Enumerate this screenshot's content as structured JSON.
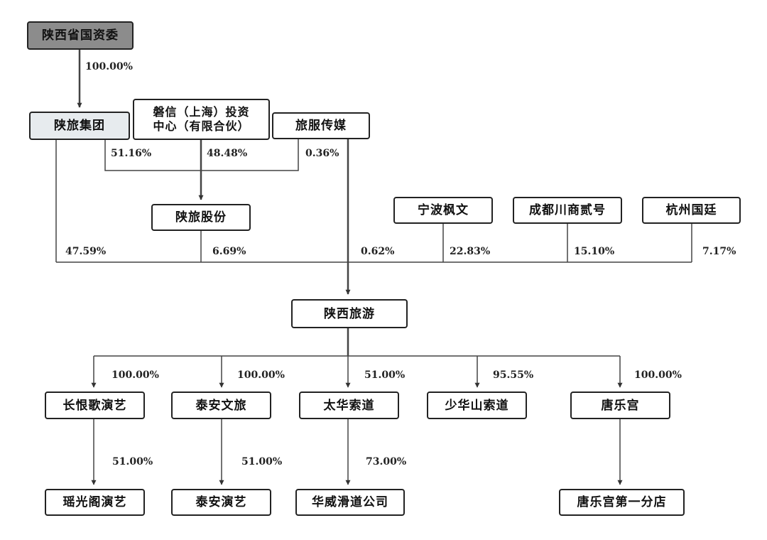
{
  "entities": {
    "shaanxi_sasac": "陕西省国资委",
    "shaanlv_group": "陕旅集团",
    "panxin": "磐信（上海）投资\n中心（有限合伙）",
    "lvfu_media": "旅服传媒",
    "shaanlv_shares": "陕旅股份",
    "ningbo_fengwen": "宁波枫文",
    "chengdu": "成都川商贰号",
    "hangzhou": "杭州国廷",
    "shaanxi_tourism": "陕西旅游",
    "changhenge": "长恨歌演艺",
    "taian_wenlv": "泰安文旅",
    "taihua": "太华索道",
    "shaohuashan": "少华山索道",
    "tangyuegong": "唐乐宫",
    "yaoguangge": "瑶光阁演艺",
    "taian_yanyi": "泰安演艺",
    "huawei": "华威滑道公司",
    "tangyuegong_branch": "唐乐宫第一分店"
  },
  "percentages": {
    "sasac_to_group": "100.00%",
    "group_to_shares": "51.16%",
    "panxin_to_shares": "48.48%",
    "media_to_shares": "0.36%",
    "group_to_tourism": "47.59%",
    "shares_to_tourism": "6.69%",
    "media_to_tourism": "0.62%",
    "ningbo_to_tourism": "22.83%",
    "chengdu_to_tourism": "15.10%",
    "hangzhou_to_tourism": "7.17%",
    "to_changhenge": "100.00%",
    "to_taian_wenlv": "100.00%",
    "to_taihua": "51.00%",
    "to_shaohuashan": "95.55%",
    "to_tangyuegong": "100.00%",
    "changhenge_to_yaoguangge": "51.00%",
    "taian_to_yanyi": "51.00%",
    "taihua_to_huawei": "73.00%"
  }
}
